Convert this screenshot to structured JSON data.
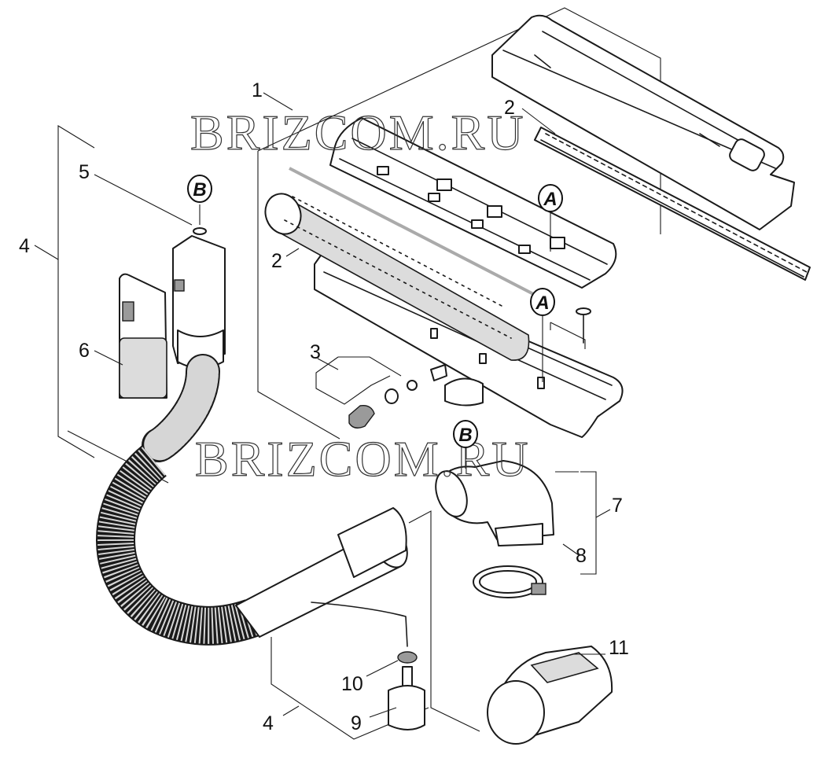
{
  "watermark": "BRIZCOM.RU",
  "callouts": {
    "c1": "1",
    "c2a": "2",
    "c2b": "2",
    "c3": "3",
    "c4a": "4",
    "c4b": "4",
    "c5": "5",
    "c6": "6",
    "c7": "7",
    "c8": "8",
    "c9": "9",
    "c10": "10",
    "c11": "11"
  },
  "connection_markers": {
    "a1": "A",
    "a2": "A",
    "b1": "B",
    "b2": "B"
  }
}
